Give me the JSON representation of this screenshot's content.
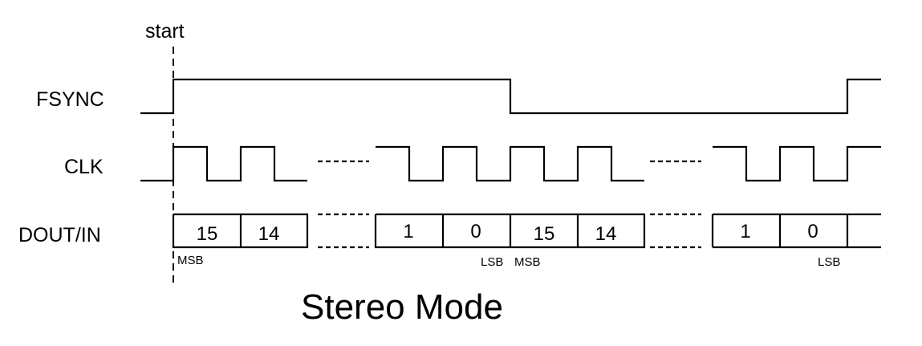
{
  "markers": {
    "start": "start"
  },
  "signals": {
    "fsync": "FSYNC",
    "clk": "CLK",
    "dout": "DOUT/IN"
  },
  "bits": {
    "b1": "15",
    "b2": "14",
    "b3": "1",
    "b4": "0",
    "b5": "15",
    "b6": "14",
    "b7": "1",
    "b8": "0"
  },
  "annotations": {
    "msb1": "MSB",
    "lsb1": "LSB",
    "msb2": "MSB",
    "lsb2": "LSB"
  },
  "caption": "Stereo Mode"
}
